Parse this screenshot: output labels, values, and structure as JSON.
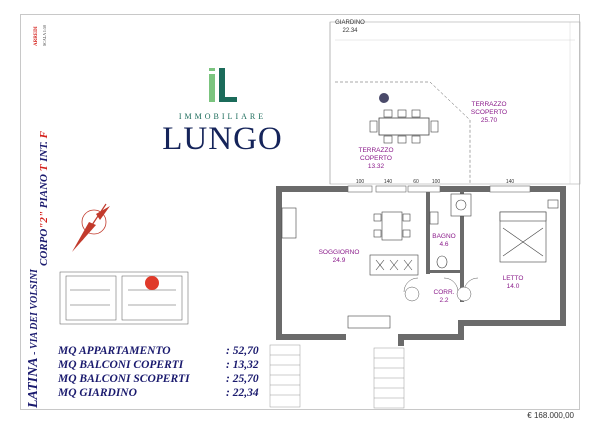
{
  "header": {
    "project": "LATINA",
    "street": "VIA DEI VOLSINI",
    "corpo_label": "CORPO",
    "corpo_value": "\"2\"",
    "piano_label": "PIANO",
    "piano_value": "T",
    "int_label": "INT.",
    "int_value": "F",
    "tag": "ARREDI",
    "scale": "SCALA 1:50"
  },
  "logo": {
    "immobiliare": "IMMOBILIARE",
    "name": "LUNGO",
    "colors": {
      "mark_green": "#7bc47f",
      "mark_teal": "#1b6b5a",
      "name_navy": "#15245a"
    }
  },
  "rooms": {
    "giardino": {
      "name": "GIARDINO",
      "area": "22.34"
    },
    "terrazzo_scoperto": {
      "name1": "TERRAZZO",
      "name2": "SCOPERTO",
      "area": "25.70"
    },
    "terrazzo_coperto": {
      "name1": "TERRAZZO",
      "name2": "COPERTO",
      "area": "13.32"
    },
    "soggiorno": {
      "name": "SOGGIORNO",
      "area": "24.9"
    },
    "bagno": {
      "name": "BAGNO",
      "area": "4.6"
    },
    "letto": {
      "name": "LETTO",
      "area": "14.0"
    },
    "corr": {
      "name": "CORR.",
      "area": "2.2"
    }
  },
  "openings": [
    "100",
    "140",
    "60",
    "100",
    "140"
  ],
  "summary": [
    {
      "label": "MQ APPARTAMENTO",
      "value": ": 52,70"
    },
    {
      "label": "MQ BALCONI COPERTI",
      "value": ": 13,32"
    },
    {
      "label": "MQ BALCONI SCOPERTI",
      "value": ": 25,70"
    },
    {
      "label": "MQ GIARDINO",
      "value": ": 22,34"
    }
  ],
  "price": "€ 168.000,00",
  "colors": {
    "title_navy": "#1a1a6e",
    "accent_red": "#d4201b",
    "room_magenta": "#8a1a8a",
    "wall_gray": "#555555"
  }
}
